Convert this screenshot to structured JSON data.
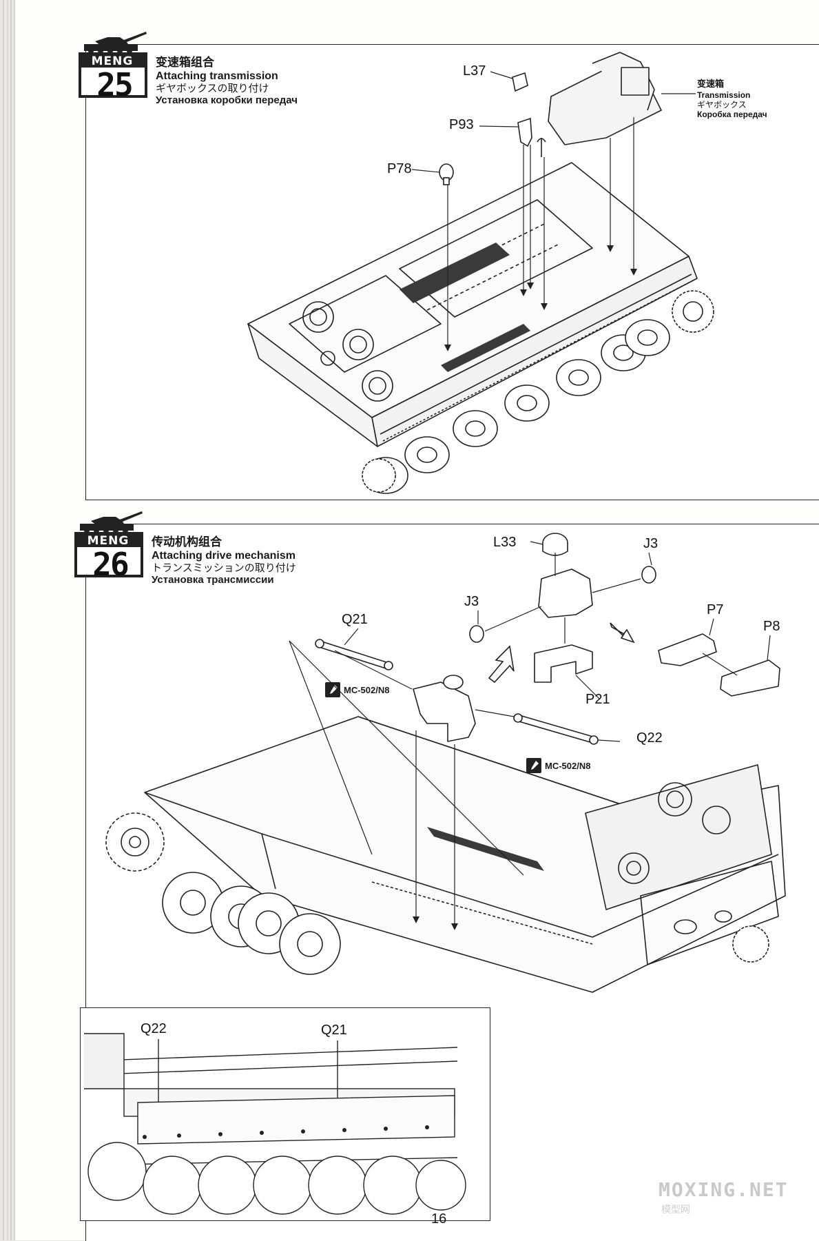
{
  "brand": "MENG",
  "steps": [
    {
      "number": "25",
      "title_cn": "变速箱组合",
      "title_en": "Attaching transmission",
      "title_jp": "ギヤボックスの取り付け",
      "title_ru": "Установка коробки передач",
      "parts": [
        "L37",
        "P93",
        "P78"
      ],
      "subassembly": {
        "cn": "变速箱",
        "en": "Transmission",
        "jp": "ギヤボックス",
        "ru": "Коробка передач"
      }
    },
    {
      "number": "26",
      "title_cn": "传动机构组合",
      "title_en": "Attaching drive mechanism",
      "title_jp": "トランスミッションの取り付け",
      "title_ru": "Установка трансмиссии",
      "parts": [
        "L33",
        "J3",
        "J3",
        "P7",
        "P8",
        "Q21",
        "P21",
        "Q22"
      ],
      "paint": [
        "MC-502/N8",
        "MC-502/N8"
      ],
      "detail_labels": [
        "Q22",
        "Q21"
      ]
    }
  ],
  "page_number": "16",
  "watermark": "MOXING.NET",
  "watermark_cn": "模型网"
}
